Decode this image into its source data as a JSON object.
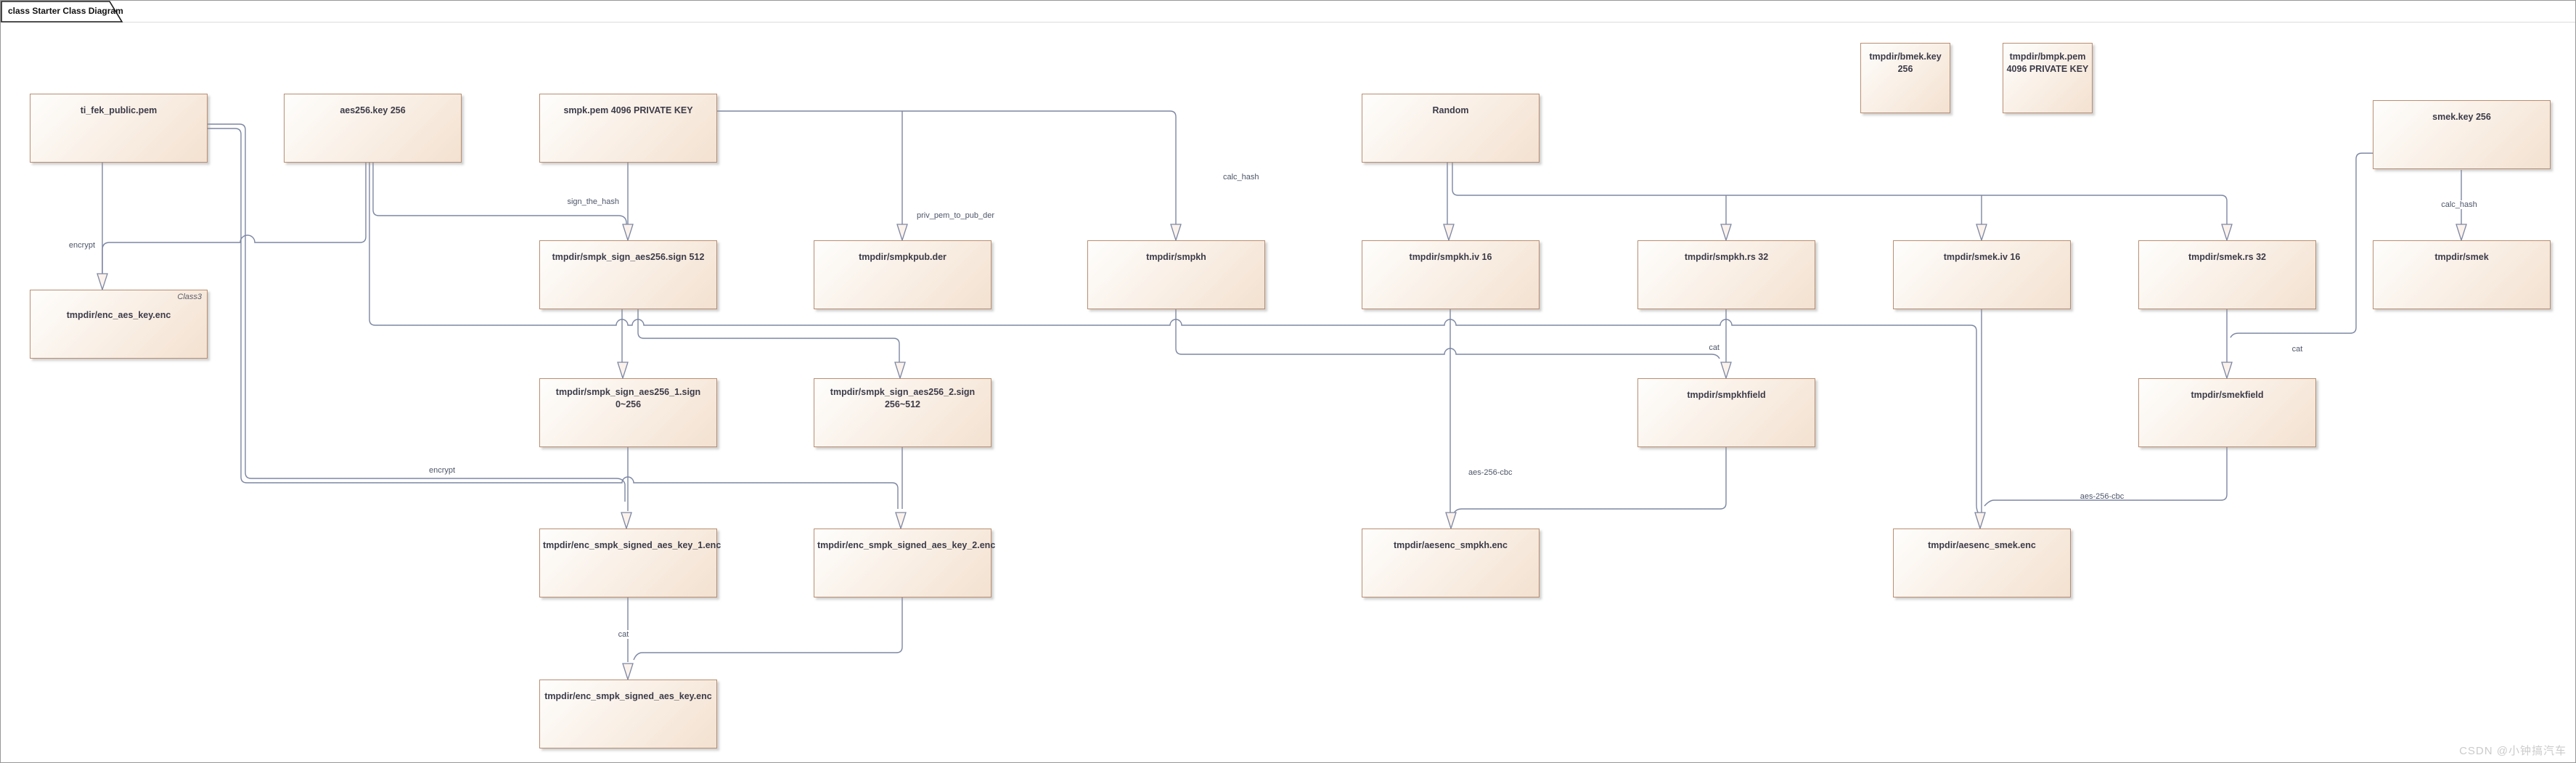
{
  "diagram": {
    "title": "class Starter Class Diagram",
    "watermark": "CSDN @小钟搞汽车"
  },
  "nodes": {
    "ti_fek": {
      "label": "ti_fek_public.pem"
    },
    "aes256": {
      "label": "aes256.key 256"
    },
    "smpk": {
      "label": "smpk.pem 4096 PRIVATE KEY"
    },
    "random": {
      "label": "Random"
    },
    "bmek": {
      "label": "tmpdir/bmek.key",
      "label2": "256"
    },
    "bmpk": {
      "label": "tmpdir/bmpk.pem",
      "label2": "4096 PRIVATE KEY"
    },
    "smek_key": {
      "label": "smek.key 256"
    },
    "sign512": {
      "label": "tmpdir/smpk_sign_aes256.sign 512"
    },
    "smpkpub": {
      "label": "tmpdir/smpkpub.der"
    },
    "smpkh": {
      "label": "tmpdir/smpkh"
    },
    "smpkh_iv": {
      "label": "tmpdir/smpkh.iv 16"
    },
    "smpkh_rs": {
      "label": "tmpdir/smpkh.rs 32"
    },
    "smek_iv": {
      "label": "tmpdir/smek.iv 16"
    },
    "smek_rs": {
      "label": "tmpdir/smek.rs 32"
    },
    "smek": {
      "label": "tmpdir/smek"
    },
    "enc_aes_key": {
      "label": "tmpdir/enc_aes_key.enc",
      "stereotype": "Class3"
    },
    "sign_1": {
      "label": "tmpdir/smpk_sign_aes256_1.sign",
      "label2": "0~256"
    },
    "sign_2": {
      "label": "tmpdir/smpk_sign_aes256_2.sign",
      "label2": "256~512"
    },
    "smpkhfield": {
      "label": "tmpdir/smpkhfield"
    },
    "smekfield": {
      "label": "tmpdir/smekfield"
    },
    "key1enc": {
      "label": "tmpdir/enc_smpk_signed_aes_key_1.enc"
    },
    "key2enc": {
      "label": "tmpdir/enc_smpk_signed_aes_key_2.enc"
    },
    "aesenc_smpkh": {
      "label": "tmpdir/aesenc_smpkh.enc"
    },
    "aesenc_smek": {
      "label": "tmpdir/aesenc_smek.enc"
    },
    "keyenc": {
      "label": "tmpdir/enc_smpk_signed_aes_key.enc"
    }
  },
  "edge_labels": [
    {
      "text": "encrypt"
    },
    {
      "text": "sign_the_hash"
    },
    {
      "text": "priv_pem_to_pub_der"
    },
    {
      "text": "calc_hash"
    },
    {
      "text": "encrypt"
    },
    {
      "text": "cat"
    },
    {
      "text": "aes-256-cbc"
    },
    {
      "text": "cat"
    },
    {
      "text": "calc_hash"
    },
    {
      "text": "cat"
    },
    {
      "text": "aes-256-cbc"
    }
  ],
  "colors": {
    "line": "#7d87a3",
    "arrow_fill": "#fbf2ec",
    "box_border": "#b98e72",
    "box_fill_deep": "#f3e1d0",
    "label_text": "#4d5568",
    "node_text": "#3c3b49"
  }
}
